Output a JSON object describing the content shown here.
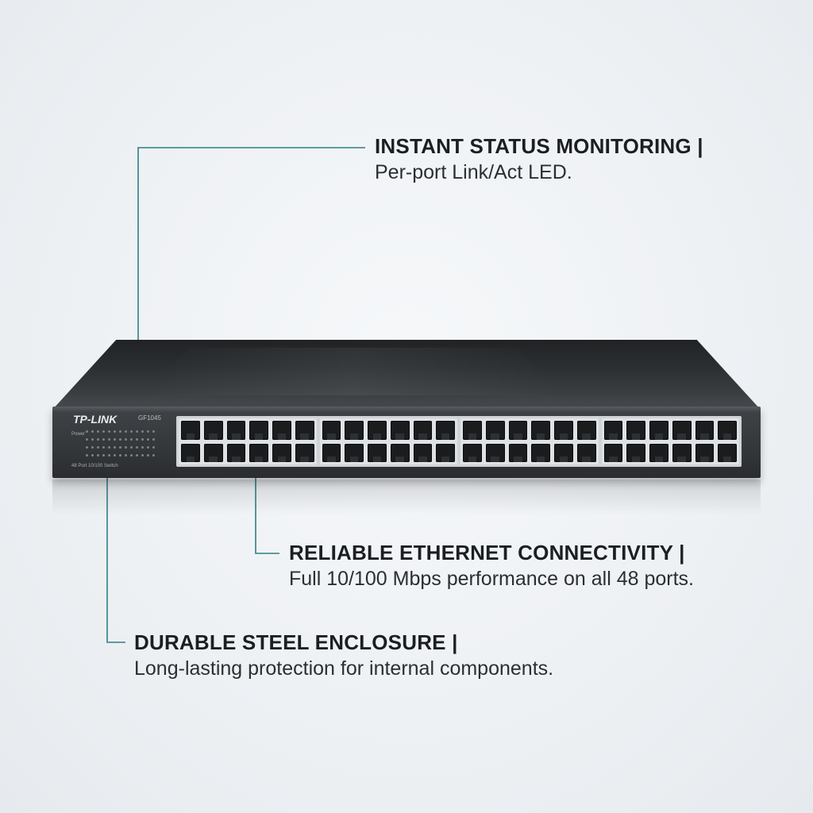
{
  "callouts": {
    "status": {
      "title": "INSTANT STATUS MONITORING |",
      "desc": "Per-port Link/Act LED."
    },
    "ethernet": {
      "title": "RELIABLE ETHERNET CONNECTIVITY |",
      "desc": "Full 10/100 Mbps performance on all 48 ports."
    },
    "enclosure": {
      "title": "DURABLE STEEL ENCLOSURE |",
      "desc": "Long-lasting protection for internal components."
    }
  },
  "device": {
    "brand": "TP-LINK",
    "model": "GF1045",
    "power_label": "Power",
    "description": "48 Port 10/100 Switch"
  },
  "colors": {
    "leader_line": "#2f7f86",
    "background": "#eef1f4"
  }
}
